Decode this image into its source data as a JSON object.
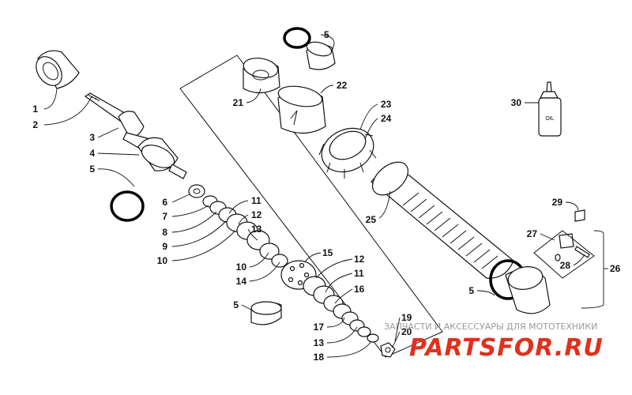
{
  "diagram": {
    "callouts": [
      {
        "id": "c1",
        "text": "1"
      },
      {
        "id": "c2",
        "text": "2"
      },
      {
        "id": "c3",
        "text": "3"
      },
      {
        "id": "c4",
        "text": "4"
      },
      {
        "id": "c5a",
        "text": "5"
      },
      {
        "id": "c6",
        "text": "6"
      },
      {
        "id": "c7",
        "text": "7"
      },
      {
        "id": "c8",
        "text": "8"
      },
      {
        "id": "c9",
        "text": "9"
      },
      {
        "id": "c10a",
        "text": "10"
      },
      {
        "id": "c11a",
        "text": "11"
      },
      {
        "id": "c12a",
        "text": "12"
      },
      {
        "id": "c13a",
        "text": "13"
      },
      {
        "id": "c10b",
        "text": "10"
      },
      {
        "id": "c14",
        "text": "14"
      },
      {
        "id": "c15",
        "text": "15"
      },
      {
        "id": "c12b",
        "text": "12"
      },
      {
        "id": "c11b",
        "text": "11"
      },
      {
        "id": "c16",
        "text": "16"
      },
      {
        "id": "c5b",
        "text": "5"
      },
      {
        "id": "c17",
        "text": "17"
      },
      {
        "id": "c13b",
        "text": "13"
      },
      {
        "id": "c18",
        "text": "18"
      },
      {
        "id": "c19",
        "text": "19"
      },
      {
        "id": "c20",
        "text": "20"
      },
      {
        "id": "c5c",
        "text": "5"
      },
      {
        "id": "c21",
        "text": "21"
      },
      {
        "id": "c22",
        "text": "22"
      },
      {
        "id": "c23",
        "text": "23"
      },
      {
        "id": "c24",
        "text": "24"
      },
      {
        "id": "c25",
        "text": "25"
      },
      {
        "id": "c5d",
        "text": "5"
      },
      {
        "id": "c26",
        "text": "26"
      },
      {
        "id": "c27",
        "text": "27"
      },
      {
        "id": "c28",
        "text": "28"
      },
      {
        "id": "c29",
        "text": "29"
      },
      {
        "id": "c30",
        "text": "30"
      }
    ],
    "oil_bottle_label": "OIL"
  },
  "watermark": {
    "caption": "ЗАПЧАСТИ И АКСЕССУАРЫ ДЛЯ МОТОТЕХНИКИ",
    "logo": "PARTSFOR.RU"
  },
  "colors": {
    "line": "#111111",
    "watermark_red": "#e0301e",
    "watermark_gray": "#9a9a9a"
  }
}
